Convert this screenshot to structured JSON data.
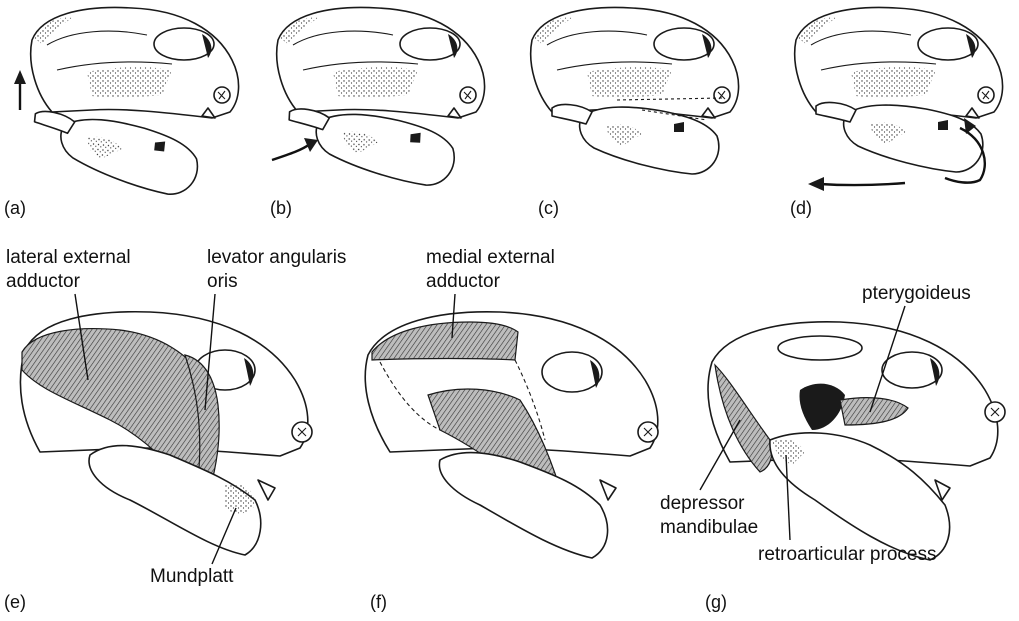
{
  "panels": [
    {
      "id": "a",
      "label": "(a)"
    },
    {
      "id": "b",
      "label": "(b)"
    },
    {
      "id": "c",
      "label": "(c)"
    },
    {
      "id": "d",
      "label": "(d)"
    },
    {
      "id": "e",
      "label": "(e)"
    },
    {
      "id": "f",
      "label": "(f)"
    },
    {
      "id": "g",
      "label": "(g)"
    }
  ],
  "annotations": {
    "lateral_external_adductor": [
      "lateral external",
      "adductor"
    ],
    "levator_angularis_oris": [
      "levator angularis",
      "oris"
    ],
    "medial_external_adductor": [
      "medial external",
      "adductor"
    ],
    "pterygoideus": "pterygoideus",
    "depressor_mandibulae": [
      "depressor",
      "mandibulae"
    ],
    "retroarticular_process": "retroarticular process",
    "mundplatt": "Mundplatt"
  },
  "colors": {
    "ink": "#1a1a1a",
    "paper": "#ffffff"
  }
}
